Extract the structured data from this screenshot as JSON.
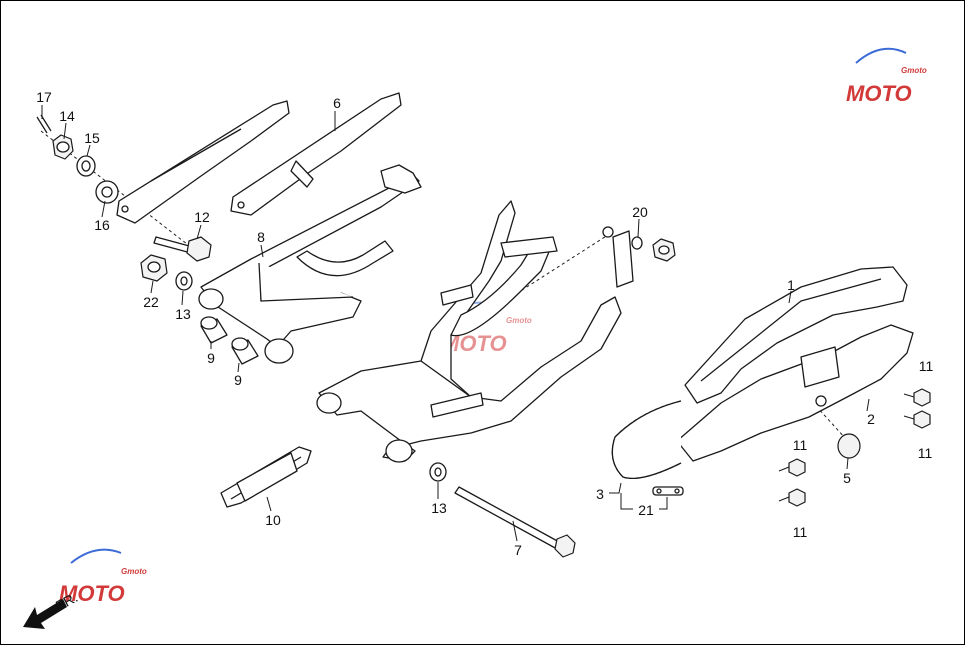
{
  "watermark": {
    "brand": "MOTO",
    "suffix": "Gmoto",
    "color": "#d23a3a",
    "accent": "#3b6bd6"
  },
  "direction_label": "FR.",
  "parts": [
    {
      "id": "p1",
      "label": "1",
      "name": "chain-case-upper"
    },
    {
      "id": "p2",
      "label": "2",
      "name": "chain-case-lower"
    },
    {
      "id": "p3",
      "label": "3",
      "name": "drive-chain"
    },
    {
      "id": "p5",
      "label": "5",
      "name": "cap"
    },
    {
      "id": "p6",
      "label": "6",
      "name": "brake-torque-link"
    },
    {
      "id": "p7",
      "label": "7",
      "name": "pivot-bolt"
    },
    {
      "id": "p8",
      "label": "8",
      "name": "swingarm"
    },
    {
      "id": "p9a",
      "label": "9",
      "name": "bushing"
    },
    {
      "id": "p9b",
      "label": "9",
      "name": "bushing"
    },
    {
      "id": "p10",
      "label": "10",
      "name": "chain-slider"
    },
    {
      "id": "p11a",
      "label": "11",
      "name": "bolt"
    },
    {
      "id": "p11b",
      "label": "11",
      "name": "bolt"
    },
    {
      "id": "p11c",
      "label": "11",
      "name": "bolt"
    },
    {
      "id": "p11d",
      "label": "11",
      "name": "bolt"
    },
    {
      "id": "p12",
      "label": "12",
      "name": "bolt"
    },
    {
      "id": "p13a",
      "label": "13",
      "name": "washer"
    },
    {
      "id": "p13b",
      "label": "13",
      "name": "washer"
    },
    {
      "id": "p14",
      "label": "14",
      "name": "nut"
    },
    {
      "id": "p15",
      "label": "15",
      "name": "washer"
    },
    {
      "id": "p16",
      "label": "16",
      "name": "washer"
    },
    {
      "id": "p17",
      "label": "17",
      "name": "cotter-pin"
    },
    {
      "id": "p20",
      "label": "20",
      "name": "washer"
    },
    {
      "id": "p21",
      "label": "21",
      "name": "chain-joint"
    },
    {
      "id": "p22",
      "label": "22",
      "name": "nut"
    }
  ]
}
